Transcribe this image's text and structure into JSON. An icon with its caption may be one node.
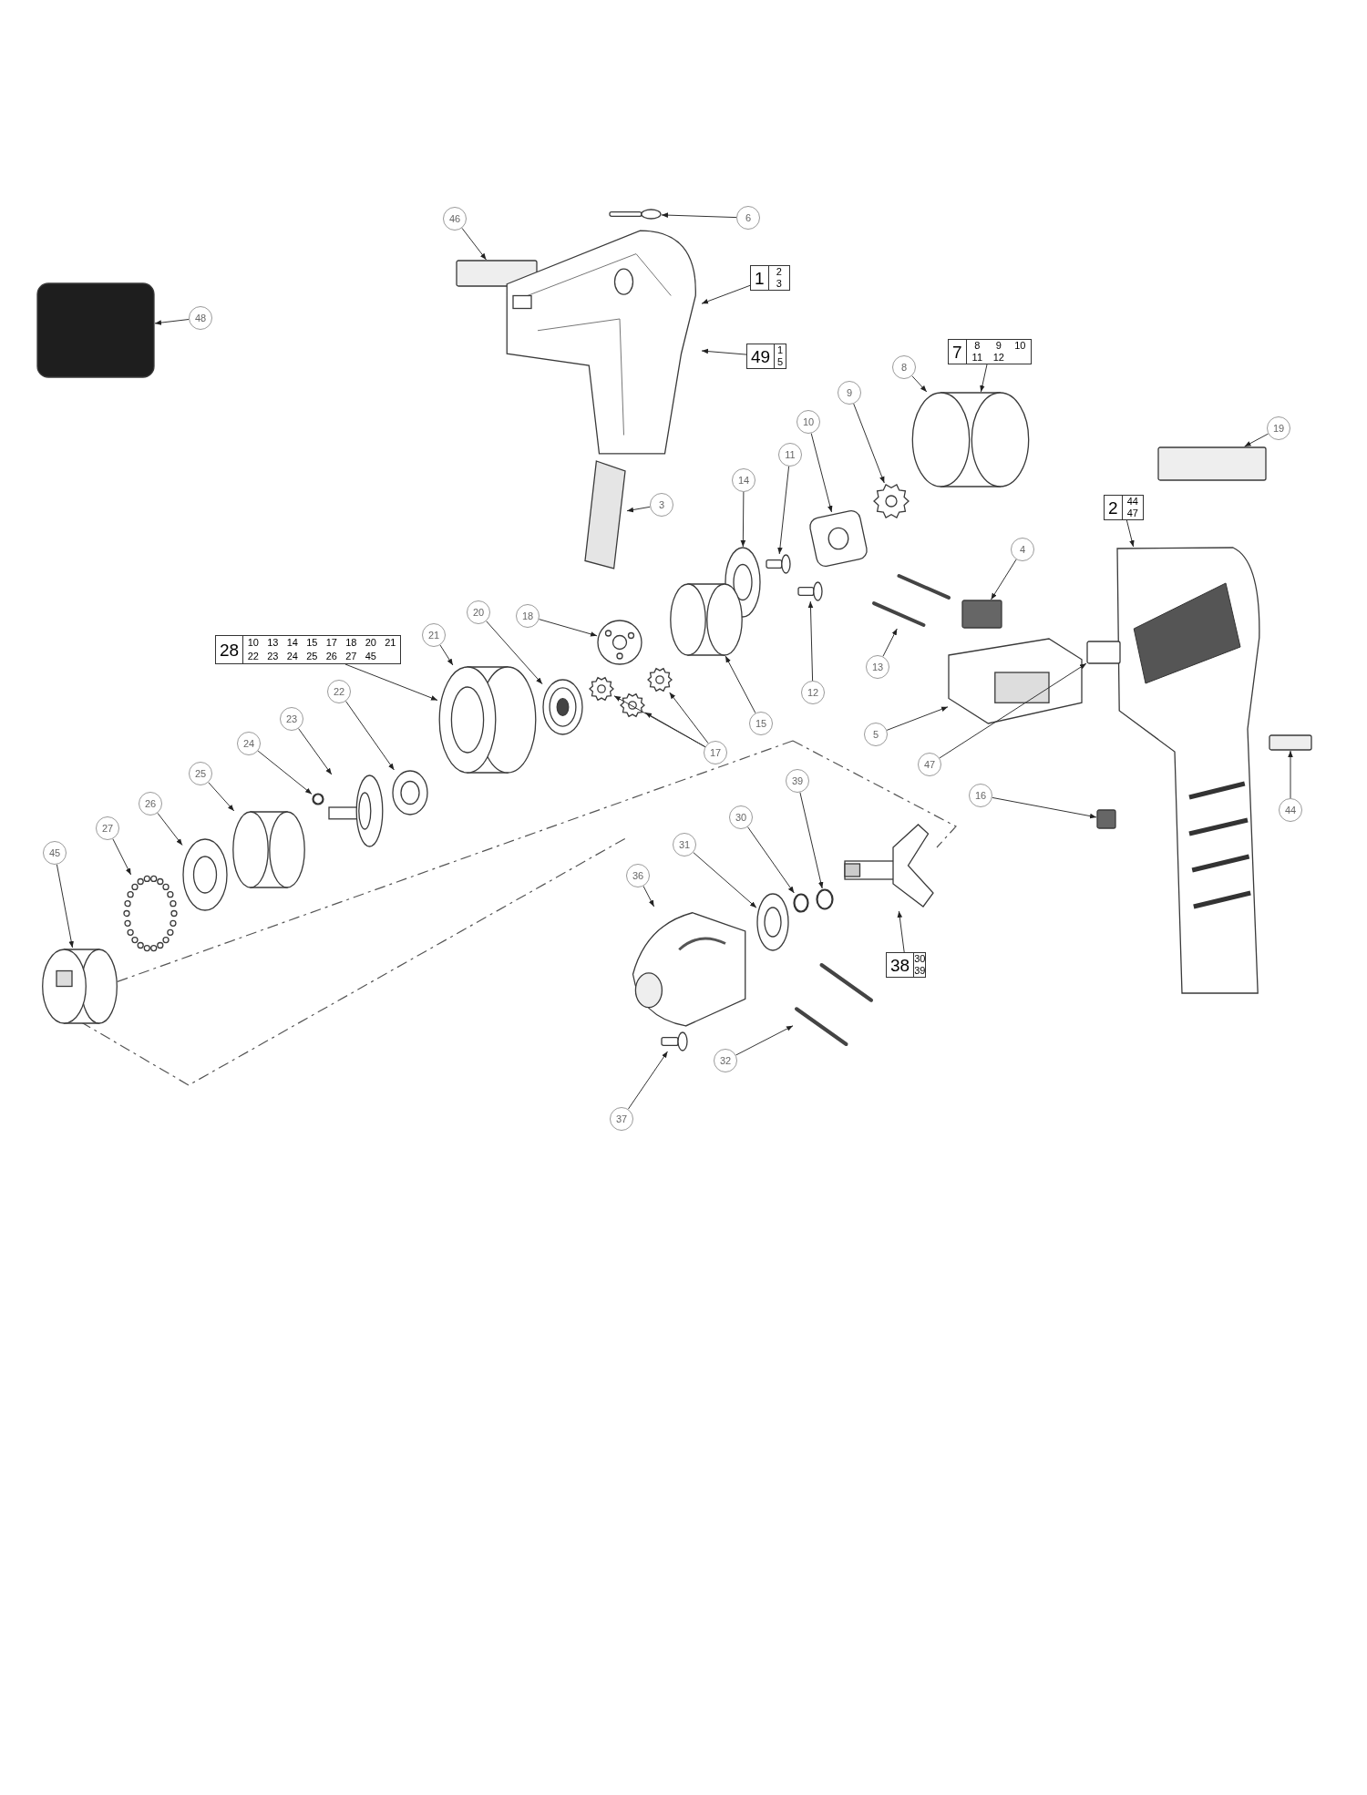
{
  "diagram": {
    "nodes": [
      {
        "text": [
          "46"
        ]
      },
      {
        "text": [
          "6"
        ]
      },
      {
        "text": [
          "48"
        ]
      },
      {
        "text": [
          "1",
          "2",
          "3"
        ]
      },
      {
        "text": [
          "49",
          "1",
          "5"
        ]
      },
      {
        "text": [
          "7",
          "8",
          "9",
          "10",
          "11",
          "12"
        ]
      },
      {
        "text": [
          "8"
        ]
      },
      {
        "text": [
          "19"
        ]
      },
      {
        "text": [
          "9"
        ]
      },
      {
        "text": [
          "10"
        ]
      },
      {
        "text": [
          "11"
        ]
      },
      {
        "text": [
          "14"
        ]
      },
      {
        "text": [
          "3"
        ]
      },
      {
        "text": [
          "2",
          "44",
          "47"
        ]
      },
      {
        "text": [
          "4"
        ]
      },
      {
        "text": [
          "18"
        ]
      },
      {
        "text": [
          "20"
        ]
      },
      {
        "text": [
          "21"
        ]
      },
      {
        "text": [
          "28",
          "10",
          "13",
          "14",
          "15",
          "17",
          "18",
          "20",
          "21",
          "22",
          "23",
          "24",
          "25",
          "26",
          "27",
          "45"
        ]
      },
      {
        "text": [
          "13"
        ]
      },
      {
        "text": [
          "12"
        ]
      },
      {
        "text": [
          "15"
        ]
      },
      {
        "text": [
          "5"
        ]
      },
      {
        "text": [
          "17"
        ]
      },
      {
        "text": [
          "22"
        ]
      },
      {
        "text": [
          "23"
        ]
      },
      {
        "text": [
          "24"
        ]
      },
      {
        "text": [
          "25"
        ]
      },
      {
        "text": [
          "26"
        ]
      },
      {
        "text": [
          "27"
        ]
      },
      {
        "text": [
          "45"
        ]
      },
      {
        "text": [
          "47"
        ]
      },
      {
        "text": [
          "16"
        ]
      },
      {
        "text": [
          "44"
        ]
      },
      {
        "text": [
          "39"
        ]
      },
      {
        "text": [
          "30"
        ]
      },
      {
        "text": [
          "31"
        ]
      },
      {
        "text": [
          "36"
        ]
      },
      {
        "text": [
          "38",
          "30",
          "39"
        ]
      },
      {
        "text": [
          "32"
        ]
      },
      {
        "text": [
          "37"
        ]
      },
      {
        "text": [],
        "shape": "box"
      },
      {
        "text": [],
        "shape": "bar"
      },
      {
        "text": [],
        "shape": "box"
      },
      {
        "text": [],
        "shape": "picture"
      },
      {
        "text": [],
        "shape": "picture"
      },
      {
        "text": [],
        "shape": "cylinder"
      },
      {
        "text": [],
        "shape": "box"
      },
      {
        "text": [],
        "shape": "picture"
      },
      {
        "text": [],
        "shape": "picture"
      },
      {
        "text": [],
        "shape": "bar"
      },
      {
        "text": [],
        "shape": "picture"
      },
      {
        "text": [],
        "shape": "bar"
      },
      {
        "text": [],
        "shape": "picture"
      },
      {
        "text": [],
        "shape": "box"
      },
      {
        "text": [],
        "shape": "picture"
      },
      {
        "text": [],
        "shape": "picture"
      },
      {
        "text": [],
        "shape": "box"
      },
      {
        "text": [],
        "shape": "cylinder"
      },
      {
        "text": [],
        "shape": "picture"
      },
      {
        "text": [],
        "shape": "picture"
      },
      {
        "text": [],
        "shape": "picture"
      },
      {
        "text": [],
        "shape": "picture"
      },
      {
        "text": [],
        "shape": "picture"
      },
      {
        "text": [],
        "shape": "picture"
      },
      {
        "text": [],
        "shape": "picture"
      },
      {
        "text": [],
        "shape": "picture"
      },
      {
        "text": [],
        "shape": "circle"
      },
      {
        "text": [],
        "shape": "cylinder"
      },
      {
        "text": [],
        "shape": "picture"
      },
      {
        "text": [],
        "shape": "picture"
      },
      {
        "text": [],
        "shape": "picture"
      },
      {
        "text": [],
        "shape": "box"
      },
      {
        "text": [],
        "shape": "box"
      },
      {
        "text": [],
        "shape": "circle"
      },
      {
        "text": [],
        "shape": "circle"
      },
      {
        "text": [],
        "shape": "picture"
      },
      {
        "text": [],
        "shape": "picture"
      },
      {
        "text": [],
        "shape": "picture"
      },
      {
        "text": [],
        "shape": "picture"
      },
      {
        "text": [],
        "shape": "bar"
      }
    ],
    "edges": [
      {
        "from": 0,
        "to": 41,
        "arrow": "to"
      },
      {
        "from": 1,
        "to": 42,
        "arrow": "to"
      },
      {
        "from": 2,
        "to": 43,
        "arrow": "to"
      },
      {
        "from": 3,
        "to": 44,
        "arrow": "to"
      },
      {
        "from": 4,
        "to": 44,
        "arrow": "to"
      },
      {
        "from": 5,
        "to": 46,
        "arrow": "to"
      },
      {
        "from": 6,
        "to": 46,
        "arrow": "to"
      },
      {
        "from": 7,
        "to": 47,
        "arrow": "to"
      },
      {
        "from": 8,
        "to": 48,
        "arrow": "to"
      },
      {
        "from": 9,
        "to": 49,
        "arrow": "to"
      },
      {
        "from": 10,
        "to": 50,
        "arrow": "to"
      },
      {
        "from": 11,
        "to": 51,
        "arrow": "to"
      },
      {
        "from": 12,
        "to": 45,
        "arrow": "to"
      },
      {
        "from": 13,
        "to": 56,
        "arrow": "to"
      },
      {
        "from": 14,
        "to": 54,
        "arrow": "to"
      },
      {
        "from": 15,
        "to": 59,
        "arrow": "to"
      },
      {
        "from": 16,
        "to": 63,
        "arrow": "to"
      },
      {
        "from": 17,
        "to": 64,
        "arrow": "to"
      },
      {
        "from": 18,
        "to": 64,
        "arrow": "to"
      },
      {
        "from": 19,
        "to": 53,
        "arrow": "to"
      },
      {
        "from": 20,
        "to": 52,
        "arrow": "to"
      },
      {
        "from": 21,
        "to": 58,
        "arrow": "to"
      },
      {
        "from": 22,
        "to": 55,
        "arrow": "to"
      },
      {
        "from": 23,
        "to": 60,
        "arrow": "to"
      },
      {
        "from": 23,
        "to": 61,
        "arrow": "to"
      },
      {
        "from": 23,
        "to": 62,
        "arrow": "to"
      },
      {
        "from": 24,
        "to": 65,
        "arrow": "to"
      },
      {
        "from": 25,
        "to": 66,
        "arrow": "to"
      },
      {
        "from": 26,
        "to": 67,
        "arrow": "to"
      },
      {
        "from": 27,
        "to": 68,
        "arrow": "to"
      },
      {
        "from": 28,
        "to": 69,
        "arrow": "to"
      },
      {
        "from": 29,
        "to": 70,
        "arrow": "to"
      },
      {
        "from": 30,
        "to": 71,
        "arrow": "to"
      },
      {
        "from": 31,
        "to": 57,
        "arrow": "to"
      },
      {
        "from": 32,
        "to": 72,
        "arrow": "to"
      },
      {
        "from": 33,
        "to": 73,
        "arrow": "to"
      },
      {
        "from": 34,
        "to": 74,
        "arrow": "to"
      },
      {
        "from": 35,
        "to": 75,
        "arrow": "to"
      },
      {
        "from": 36,
        "to": 76,
        "arrow": "to"
      },
      {
        "from": 37,
        "to": 77,
        "arrow": "to"
      },
      {
        "from": 38,
        "to": 78,
        "arrow": "to"
      },
      {
        "from": 39,
        "to": 79,
        "arrow": "to"
      },
      {
        "from": 40,
        "to": 80,
        "arrow": "to"
      }
    ]
  }
}
